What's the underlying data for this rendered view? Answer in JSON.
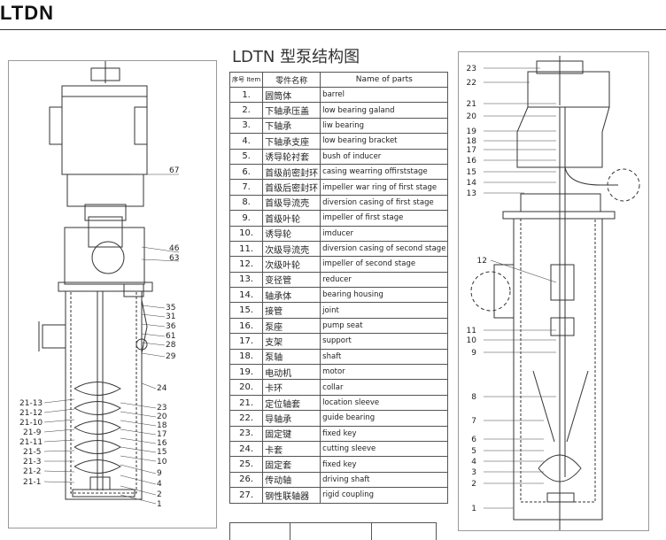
{
  "brand": "LTDN",
  "title": "LDTN 型泵结构图",
  "table": {
    "header": {
      "no": "序号 Item",
      "cn": "零件名称",
      "en": "Name of parts"
    },
    "rows": [
      {
        "no": "1.",
        "cn": "圆筒体",
        "en": "barrel"
      },
      {
        "no": "2.",
        "cn": "下轴承压盖",
        "en": "low bearing galand"
      },
      {
        "no": "3.",
        "cn": "下轴承",
        "en": "liw bearing"
      },
      {
        "no": "4.",
        "cn": "下轴承支座",
        "en": "low bearing bracket"
      },
      {
        "no": "5.",
        "cn": "诱导轮衬套",
        "en": "bush of inducer"
      },
      {
        "no": "6.",
        "cn": "首级前密封环",
        "en": "casing wearring offirststage"
      },
      {
        "no": "7.",
        "cn": "首级后密封环",
        "en": "impeller war ring of first stage"
      },
      {
        "no": "8.",
        "cn": "首级导流壳",
        "en": "diversion casing of first stage"
      },
      {
        "no": "9.",
        "cn": "首级叶轮",
        "en": "impeller of first stage"
      },
      {
        "no": "10.",
        "cn": "诱导轮",
        "en": "imducer"
      },
      {
        "no": "11.",
        "cn": "次级导流壳",
        "en": "diversion casing of second stage"
      },
      {
        "no": "12.",
        "cn": "次级叶轮",
        "en": "impeller of second stage"
      },
      {
        "no": "13.",
        "cn": "变径管",
        "en": "reducer"
      },
      {
        "no": "14.",
        "cn": "轴承体",
        "en": "bearing housing"
      },
      {
        "no": "15.",
        "cn": "接管",
        "en": "joint"
      },
      {
        "no": "16.",
        "cn": "泵座",
        "en": "pump seat"
      },
      {
        "no": "17.",
        "cn": "支架",
        "en": "support"
      },
      {
        "no": "18.",
        "cn": "泵轴",
        "en": "shaft"
      },
      {
        "no": "19.",
        "cn": "电动机",
        "en": "motor"
      },
      {
        "no": "20.",
        "cn": "卡环",
        "en": "collar"
      },
      {
        "no": "21.",
        "cn": "定位轴套",
        "en": "location sleeve"
      },
      {
        "no": "22.",
        "cn": "导轴承",
        "en": "guide bearing"
      },
      {
        "no": "23.",
        "cn": "固定键",
        "en": "fixed key"
      },
      {
        "no": "24.",
        "cn": "卡套",
        "en": "cutting sleeve"
      },
      {
        "no": "25.",
        "cn": "固定套",
        "en": "fixed key"
      },
      {
        "no": "26.",
        "cn": "传动轴",
        "en": "driving shaft"
      },
      {
        "no": "27.",
        "cn": "钢性联轴器",
        "en": "rigid coupling"
      }
    ]
  },
  "left_labels": {
    "right": [
      "67",
      "46",
      "63",
      "35",
      "31",
      "36",
      "61",
      "28",
      "29",
      "24",
      "23",
      "20",
      "18",
      "17",
      "16",
      "15",
      "10",
      "9",
      "4",
      "2",
      "1"
    ],
    "left": [
      "21-13",
      "21-12",
      "21-10",
      "21-9",
      "21-11",
      "21-5",
      "21-3",
      "21-2",
      "21-1"
    ]
  },
  "right_labels": [
    "23",
    "22",
    "21",
    "20",
    "19",
    "18",
    "17",
    "16",
    "15",
    "14",
    "13",
    "12",
    "11",
    "10",
    "9",
    "8",
    "7",
    "6",
    "5",
    "4",
    "3",
    "2",
    "1"
  ]
}
